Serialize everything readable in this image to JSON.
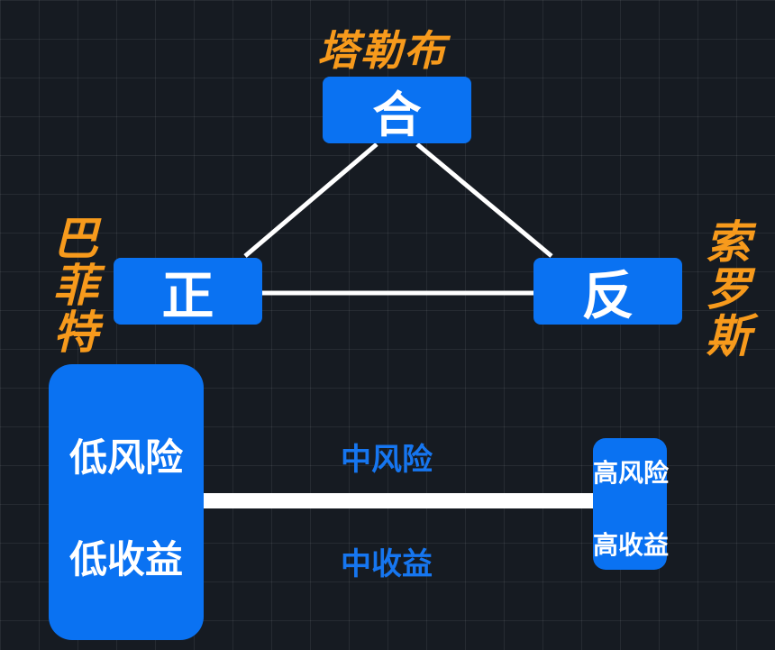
{
  "triangle": {
    "top_label": "塔勒布",
    "top_box": "合",
    "left_label": "巴菲特",
    "left_box": "正",
    "right_label": "索罗斯",
    "right_box": "反"
  },
  "spectrum": {
    "low_risk": "低风险",
    "low_return": "低收益",
    "mid_risk": "中风险",
    "mid_return": "中收益",
    "high_risk": "高风险",
    "high_return": "高收益"
  },
  "colors": {
    "background": "#161b22",
    "box_blue": "#0a72f2",
    "label_orange": "#f79a1c",
    "mid_text_blue": "#1676f0"
  }
}
